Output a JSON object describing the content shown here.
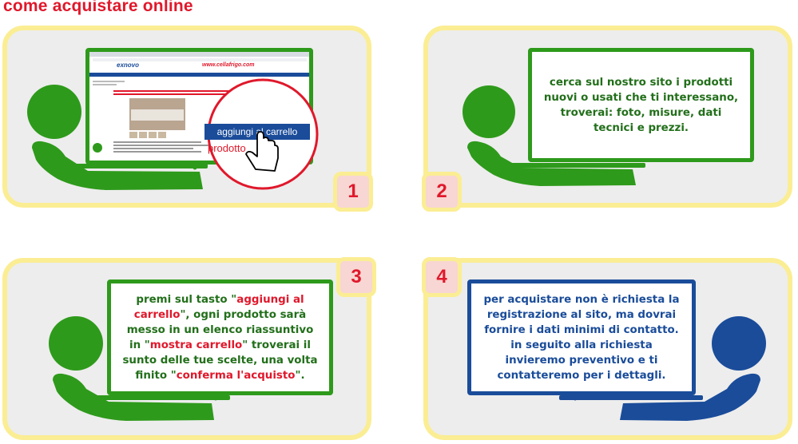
{
  "title": "come acquistare online",
  "steps": [
    {
      "number": "1"
    },
    {
      "number": "2",
      "text": "cerca sul nostro sito i prodotti nuovi o usati che ti interessano, troverai: foto, misure, dati tecnici e prezzi."
    },
    {
      "number": "3",
      "parts": [
        "premi sul tasto \"",
        "aggiungi al carrello",
        "\", ogni prodotto sarà messo in un elenco riassuntivo in \"",
        "mostra carrello",
        "\" troverai il sunto delle tue scelte, una volta finito \"",
        "conferma l'acquisto",
        "\"."
      ]
    },
    {
      "number": "4",
      "text": "per acquistare non è richiesta la registrazione al sito, ma dovrai fornire i dati minimi di contatto. in seguito alla richiesta invieremo preventivo e ti contatteremo per i dettagli."
    }
  ],
  "screenshot": {
    "logo": "exnovo",
    "url": "www.cellafrigo.com",
    "button_label": "aggiungi al carrello",
    "product_label": "prodotto"
  },
  "colors": {
    "title": "#e0182b",
    "panel_border": "#fbed93",
    "panel_bg": "#ededed",
    "person_green": "#2e9a1b",
    "person_blue": "#1a4c9a",
    "text_green": "#226f1a",
    "highlight_red": "#e0182b"
  }
}
